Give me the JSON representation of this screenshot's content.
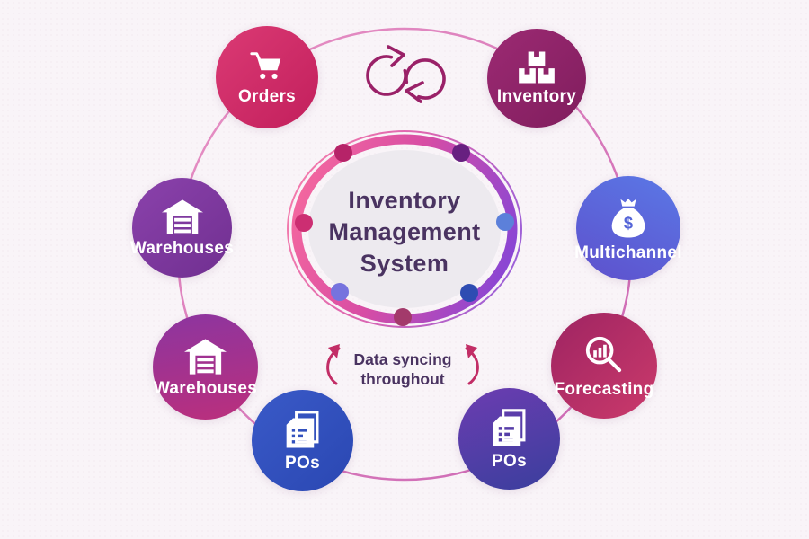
{
  "diagram": {
    "background_color": "#f9f4f8",
    "hub": {
      "title": "Inventory Management System",
      "title_color": "#4a3361",
      "ring_gradient": [
        "#f2669f",
        "#8a46d4"
      ],
      "inner_fill": "#edeaef",
      "dot_colors": [
        "#b62368",
        "#672080",
        "#cc2e72",
        "#5c80da",
        "#7673de",
        "#2e4cb2",
        "#a33a6b"
      ]
    },
    "connector_ring_color": "#dd85bc",
    "sync_icon_color": "#9a2168",
    "annotation": {
      "text": "Data syncing throughout",
      "color": "#4a3361",
      "arrow_color": "#c22d66"
    },
    "nodes": [
      {
        "id": "orders",
        "label": "Orders",
        "icon": "shopping-cart-icon",
        "gradient": [
          "#db3a74",
          "#c21f5c"
        ]
      },
      {
        "id": "inventory",
        "label": "Inventory",
        "icon": "stacked-boxes-icon",
        "gradient": [
          "#9c2a73",
          "#801d5d"
        ]
      },
      {
        "id": "warehouses-left",
        "label": "Warehouses",
        "icon": "warehouse-icon",
        "gradient": [
          "#8b42ac",
          "#702f90"
        ]
      },
      {
        "id": "multichannel",
        "label": "Multichannel",
        "icon": "money-bag-icon",
        "gradient": [
          "#5a78e6",
          "#5e50cc"
        ]
      },
      {
        "id": "warehouses-lower",
        "label": "Warehouses",
        "icon": "warehouse-icon",
        "gradient": [
          "#8c35a0",
          "#bb2f7c"
        ]
      },
      {
        "id": "forecasting",
        "label": "Forecasting",
        "icon": "chart-magnifier-icon",
        "gradient": [
          "#9e2462",
          "#cb3a6b"
        ]
      },
      {
        "id": "pos-left",
        "label": "POs",
        "icon": "documents-icon",
        "gradient": [
          "#3a5ac8",
          "#2a47b2"
        ]
      },
      {
        "id": "pos-right",
        "label": "POs",
        "icon": "documents-icon",
        "gradient": [
          "#6c3db1",
          "#3a3e9d"
        ]
      }
    ]
  }
}
